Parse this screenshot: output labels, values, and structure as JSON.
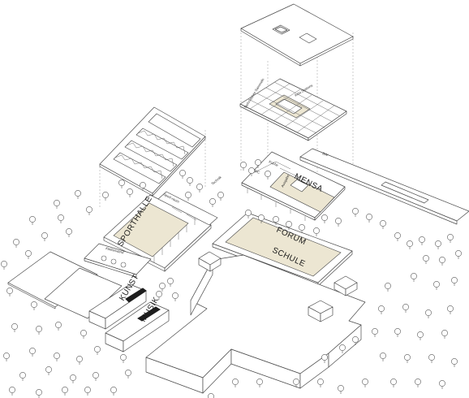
{
  "labels": {
    "sporthalle": "SPORTHALLE",
    "mensa": "MENSA",
    "forum": "FORUM",
    "schule": "SCHULE",
    "kunst": "KUNST",
    "musik": "MUSIK"
  },
  "small_labels": {
    "kueche": "Küche",
    "wc": "WC",
    "ausgabe": "Ausgabe",
    "technik": "Technik",
    "sport_raum": "Sport-raum",
    "bw": "BW",
    "kletterwand": "Kletterwand",
    "acta_stations": "Acta Stations",
    "technisches_sammeln": "Technisches Sammeln"
  },
  "colors": {
    "line": "#4a4a4a",
    "floor_fill": "#ece6d2",
    "dark": "#1e1e1e"
  }
}
